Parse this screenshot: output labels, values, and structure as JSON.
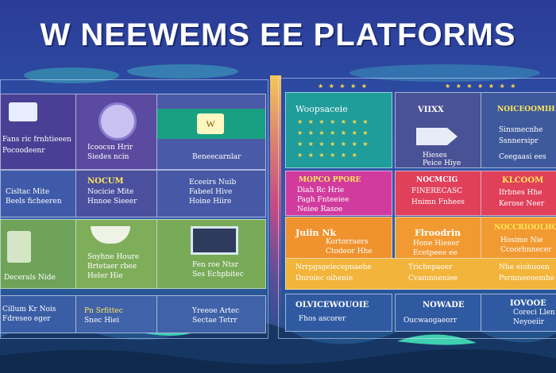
{
  "header": {
    "title": "W NEEWEMS EE PLATFORMS"
  },
  "colors": {
    "background": "#2a3f96",
    "teal": "#1fb39a",
    "magenta": "#d93aa6",
    "orange": "#f19a32",
    "green": "#7fae5a",
    "purple": "#6f5aa8"
  },
  "left_panel": {
    "r1c1": {
      "line1": "Fans ric frnhtieeen",
      "line2": "Pocoodeenr"
    },
    "r1c2": {
      "line1": "Icoocsn Hrir",
      "line2": "Siedes ncin"
    },
    "r1c3": {
      "line1": "Beneecarnlar"
    },
    "r2c1": {
      "line1": "Cisltac Mite",
      "line2": "Beels ficheeren"
    },
    "r2c2": {
      "line1": "NOCUM",
      "line2": "Nocicie Mite",
      "line3": "Hnnoe Sieeer"
    },
    "r2c3": {
      "line1": "Eceeirs Nuib",
      "line2": "Fabeel Hive",
      "line3": "Hoine Hiire"
    },
    "r3c1": {
      "line1": "Decerals Nide"
    },
    "r3c2": {
      "line1": "Soyhne Houre",
      "line2": "Brtetaer rbee",
      "line3": "Heler Hie"
    },
    "r3c3": {
      "line1": "Fen roe Ntsr",
      "line2": "Ses Echpbitec"
    },
    "r4c1": {
      "line1": "Cillum Kr Nois",
      "line2": "Fdreseo eger"
    },
    "r4c2": {
      "line1": "Pn Srfittec",
      "line2": "Snec Hiei"
    },
    "r4c3": {
      "line1": "Yreeoe Artec",
      "line2": "Sectae Tetrr"
    }
  },
  "right_panel": {
    "r1c1": {
      "line1": "Woopsaceie"
    },
    "r1c2": {
      "line1": "VIIXX",
      "line2": "Hieses",
      "line3": "Peice Hiye"
    },
    "r1c3": {
      "line1": "NOICEOOMIH",
      "line2": "Sinsmecnhe",
      "line3": "Ssnnersipr",
      "line4": "Ceegaasi ees"
    },
    "r2c1": {
      "line1": "MOPCO PPORE",
      "line2": "Diah Rc Hrie",
      "line3": "Pagh Fnteeiee",
      "line4": "Neiee Rasoe"
    },
    "r2c2": {
      "line1": "NOCMCIG",
      "line2": "FINERECASC",
      "line3": "Hnimn Fnhees"
    },
    "r2c3": {
      "line1": "KLCOOM",
      "line2": "Ifrbnes Hhe",
      "line3": "Kerose Neer"
    },
    "r3c1": {
      "line1": "Juiin Nk",
      "line2": "Kortorraers",
      "line3": "Ctodeor Hhe"
    },
    "r3c2": {
      "line1": "Flroodrin",
      "line2": "Hone Hieeer",
      "line3": "Ecetpeee ee"
    },
    "r3c3": {
      "line1": "NOCCRIOOLHO",
      "line2": "Hosime Nie",
      "line3": "Ccoorhnnecer"
    },
    "r3b": {
      "c1": "Nrrpgsgelecepnaehe",
      "c1b": "Dnroiec oihenie",
      "c2": "Trichepaoer",
      "c2b": "Cvamnneniee",
      "c3": "Nhe eiohuoen",
      "c3b": "Psrmneeoemhe"
    },
    "r4c1": {
      "line1": "OLVICEWOUOIE",
      "line2": "Fhos ascorer"
    },
    "r4c2": {
      "line1": "NOWADE",
      "line2": "Oucwaogaeorr"
    },
    "r4c3": {
      "line1": "IOVOOE",
      "line2": "Coreci Llen",
      "line3": "Neyoeiir"
    }
  }
}
